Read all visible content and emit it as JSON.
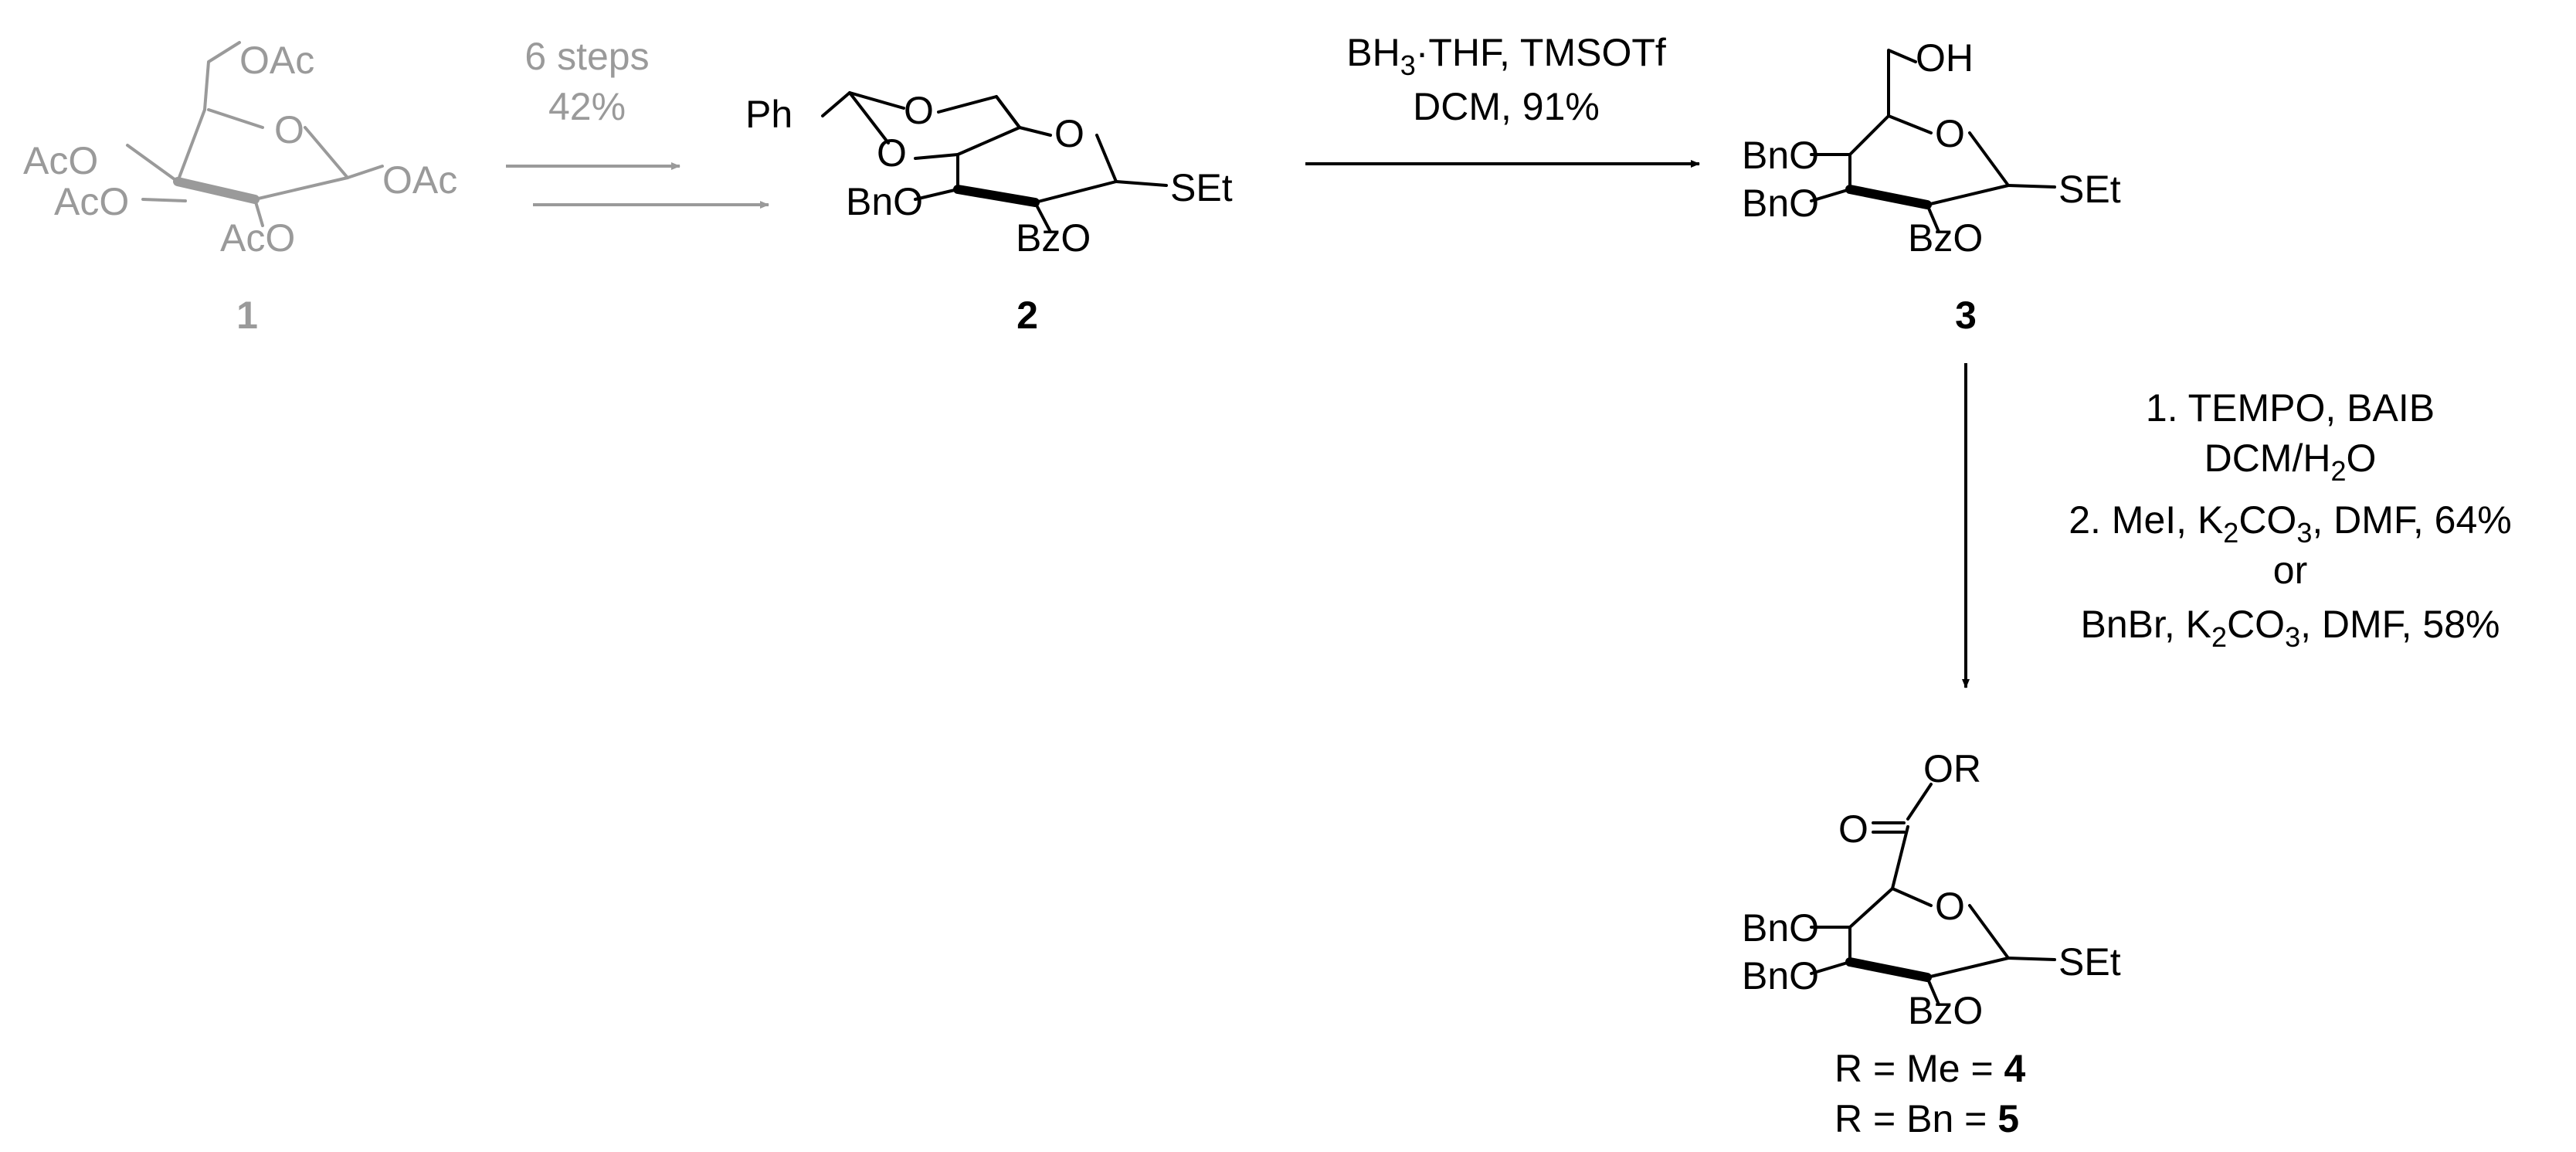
{
  "colors": {
    "ink": "#000000",
    "faded": "#9a9a9a"
  },
  "compounds": {
    "c1": {
      "number": "1",
      "groups": {
        "oac_top": "OAc",
        "aco_upper": "AcO",
        "aco_lower": "AcO",
        "oac_right": "OAc",
        "aco_bottom": "AcO",
        "ring_o": "O"
      }
    },
    "c2": {
      "number": "2",
      "groups": {
        "ph": "Ph",
        "o1": "O",
        "o2": "O",
        "ring_o": "O",
        "bno": "BnO",
        "bzo": "BzO",
        "set": "SEt"
      }
    },
    "c3": {
      "number": "3",
      "groups": {
        "oh": "OH",
        "ring_o": "O",
        "bno_upper": "BnO",
        "bno_lower": "BnO",
        "bzo": "BzO",
        "set": "SEt"
      }
    },
    "c45": {
      "groups": {
        "or": "OR",
        "carbonyl_o": "O",
        "ring_o": "O",
        "bno_upper": "BnO",
        "bno_lower": "BnO",
        "bzo": "BzO",
        "set": "SEt"
      },
      "r_me": {
        "prefix": "R = Me = ",
        "number": "4"
      },
      "r_bn": {
        "prefix": "R = Bn = ",
        "number": "5"
      }
    }
  },
  "steps": {
    "s1": {
      "line1": "6 steps",
      "line2": "42%"
    },
    "s2": {
      "line1_pre": "BH",
      "line1_sub": "3",
      "line1_post": "·THF, TMSOTf",
      "line2": "DCM, 91%"
    },
    "s3": {
      "line1": "1. TEMPO, BAIB",
      "line2_pre": "DCM/H",
      "line2_sub": "2",
      "line2_post": "O",
      "line3_pre": "2. MeI, K",
      "line3_sub1": "2",
      "line3_mid": "CO",
      "line3_sub2": "3",
      "line3_post": ", DMF, 64%",
      "line4": "or",
      "line5_pre": "BnBr, K",
      "line5_sub1": "2",
      "line5_mid": "CO",
      "line5_sub2": "3",
      "line5_post": ", DMF, 58%"
    }
  }
}
